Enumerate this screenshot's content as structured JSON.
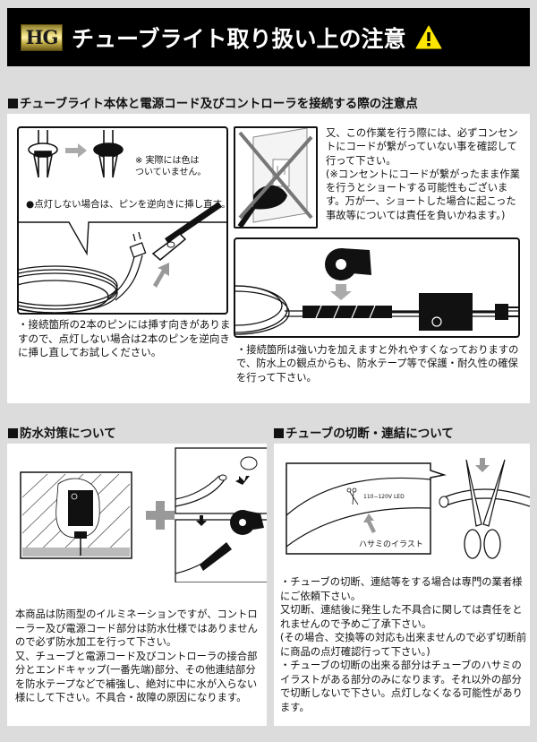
{
  "header": {
    "logo": "HG",
    "title": "チューブライト取り扱い上の注意",
    "icon": "warning-triangle-icon",
    "warning_color": "#ffe600"
  },
  "section_connection": {
    "title": "チューブライト本体と電源コード及びコントローラを接続する際の注意点",
    "pin_figure": {
      "note": "※ 実際には色は\nついていません。",
      "caption": "●点灯しない場合は、ピンを逆向きに挿し直す。"
    },
    "pin_text": "・接続箇所の2本のピンには挿す向きがありますので、点灯しない場合は2本のピンを逆向きに挿し直してお試しください。",
    "outlet_text": "又、この作業を行う際には、必ずコンセントにコードが繋がっていない事を確認して行って下さい。\n(※コンセントにコードが繋がったまま作業を行うとショートする可能性もございます。万が一、ショートした場合に起こった事故等については責任を負いかねます。)",
    "tape_text": "・接続箇所は強い力を加えますと外れやすくなっておりますので、防水上の観点からも、防水テープ等で保護・耐久性の確保を行って下さい。"
  },
  "section_waterproof": {
    "title": "防水対策について",
    "text": "本商品は防雨型のイルミネーションですが、コントローラー及び電源コード部分は防水仕様ではありませんので必ず防水加工を行って下さい。\n又、チューブと電源コード及びコントローラの接合部分とエンドキャップ(一番先端)部分、その他連結部分を防水テープなどで補強し、絶対に中に水が入らない様にして下さい。不具合・故障の原因になります。"
  },
  "section_cutting": {
    "title": "チューブの切断・連結について",
    "figure": {
      "tube_label": "110−120V LED",
      "scissors_caption": "ハサミのイラスト"
    },
    "text": "・チューブの切断、連結等をする場合は専門の業者様にご依頼下さい。\n又切断、連結後に発生した不具合に関しては責任をとれませんので予めご了承下さい。\n(その場合、交換等の対応も出来ませんので必ず切断前に商品の点灯確認行って下さい。)\n・チューブの切断の出来る部分はチューブのハサミのイラストがある部分のみになります。それ以外の部分で切断しないで下さい。点灯しなくなる可能性があります。"
  }
}
